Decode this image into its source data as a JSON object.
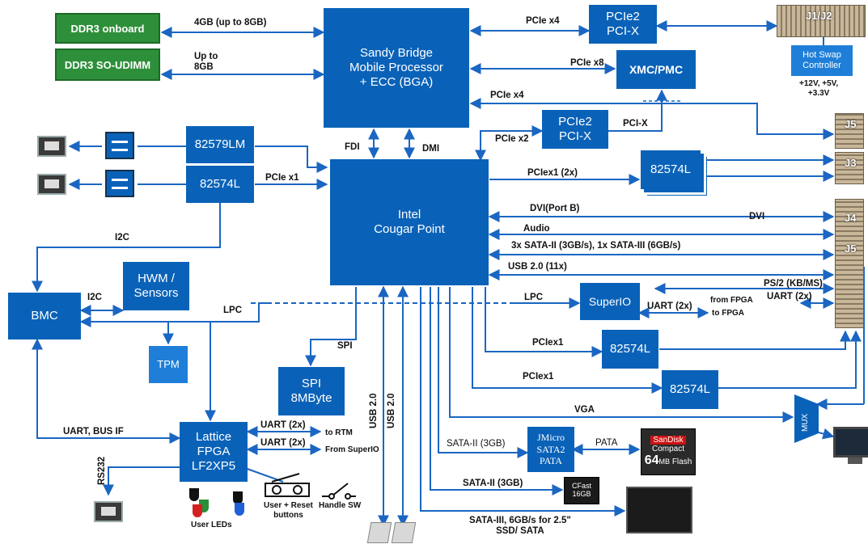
{
  "blocks": {
    "cpu": "Sandy Bridge\nMobile Processor\n+ ECC (BGA)",
    "pch": "Intel\nCougar Point",
    "pcie2_top": "PCIe2\nPCI-X",
    "xmc": "XMC/PMC",
    "pcie2_mid": "PCIe2\nPCI-X",
    "nic_82574l_right": "82574L",
    "nic_82579lm": "82579LM",
    "nic_82574l_left": "82574L",
    "hwm": "HWM /\nSensors",
    "bmc": "BMC",
    "tpm": "TPM",
    "spi_flash": "SPI\n8MByte",
    "fpga": "Lattice\nFPGA\nLF2XP5",
    "superio": "SuperIO",
    "nic_82574l_low1": "82574L",
    "nic_82574l_low2": "82574L",
    "jmicro": "JMicro\nSATA2\nPATA",
    "mux": "MUX",
    "hotswap": "Hot Swap\nController"
  },
  "memory": {
    "ddr3_onboard": "DDR3 onboard",
    "ddr3_sodimm": "DDR3 SO-UDIMM"
  },
  "connectors": {
    "j1j2": "J1/J2",
    "j5_top": "J5",
    "j3": "J3",
    "j4": "J4",
    "j5_mid": "J5"
  },
  "media": {
    "cf_brand": "SanDisk",
    "cf_type": "Compact",
    "cf_size": "64",
    "cf_unit": "MB",
    "cf_flash": "Flash",
    "cfast_name": "CFast",
    "cfast_size": "16GB"
  },
  "labels": {
    "mem_onboard": "4GB (up to 8GB)",
    "mem_sodimm": "Up to\n8GB",
    "pcie_x4_top": "PCIe x4",
    "pcie_x8": "PCIe x8",
    "pcie_x4_mid": "PCIe x4",
    "pcix_right": "PCI-X",
    "pcie_x2": "PCIe x2",
    "fdi": "FDI",
    "dmi": "DMI",
    "pciex1_2x": "PCIex1 (2x)",
    "pcie_x1": "PCIe x1",
    "i2c_left": "I2C",
    "i2c_hwm": "I2C",
    "lpc_left": "LPC",
    "dvi_port": "DVI(Port B)",
    "dvi": "DVI",
    "audio": "Audio",
    "sata_mix": "3x SATA-II (3GB/s), 1x SATA-III (6GB/s)",
    "usb_11x": "USB 2.0 (11x)",
    "ps2": "PS/2 (KB/MS)",
    "uart_2x_right": "UART (2x)",
    "from_fpga": "from FPGA",
    "to_fpga": "to FPGA",
    "lpc_right": "LPC",
    "uart_2x_sio": "UART (2x)",
    "spi": "SPI",
    "pciex1_a": "PCIex1",
    "pciex1_b": "PCIex1",
    "vga": "VGA",
    "uart_bus": "UART, BUS IF",
    "uart_rtm": "UART (2x)",
    "to_rtm": "to RTM",
    "uart_sio": "UART (2x)",
    "from_sio": "From SuperIO",
    "usb20_a": "USB 2.0",
    "usb20_b": "USB 2.0",
    "rs232": "RS232",
    "sata2_jm": "SATA-II (3GB)",
    "pata": "PATA",
    "sata2_cf": "SATA-II (3GB)",
    "sata3": "SATA-III, 6GB/s for 2.5\"\nSSD/ SATA",
    "power": "+12V, +5V,\n+3.3V",
    "user_leds": "User LEDs",
    "buttons": "User + Reset\nbuttons",
    "handle_sw": "Handle SW"
  },
  "colors": {
    "block": "#0a62b8",
    "line": "#1a66c2"
  }
}
